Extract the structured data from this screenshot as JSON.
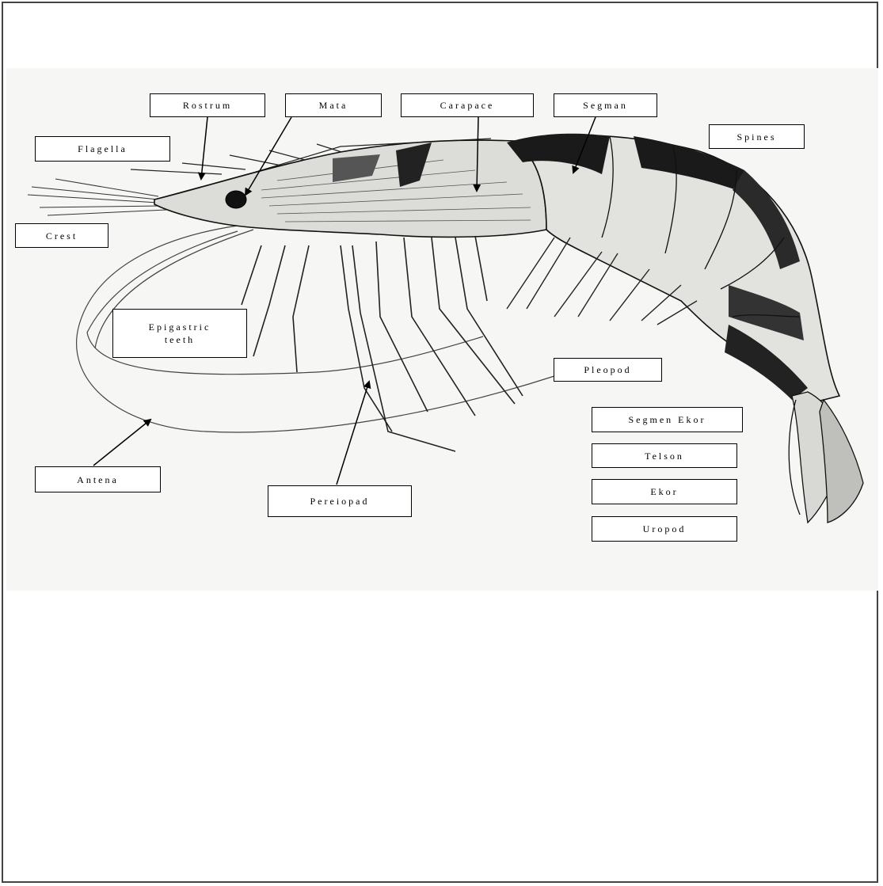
{
  "diagram": {
    "labels": {
      "rostrum": "Rostrum",
      "mata": "Mata",
      "carapace": "Carapace",
      "segman": "Segman",
      "flagella": "Flagella",
      "spines": "Spines",
      "crest": "Crest",
      "epigastric_teeth": "Epigastric teeth",
      "pleopod": "Pleopod",
      "segmen_ekor": "Segmen Ekor",
      "telson": "Telson",
      "ekor": "Ekor",
      "uropod": "Uropod",
      "antena": "Antena",
      "pereiopad": "Pereiopad"
    }
  }
}
